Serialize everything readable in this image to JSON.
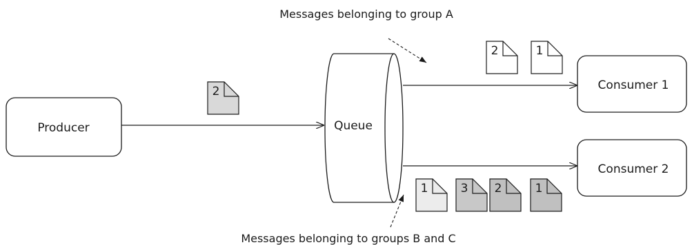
{
  "nodes": {
    "producer": "Producer",
    "queue": "Queue",
    "consumer1": "Consumer 1",
    "consumer2": "Consumer 2"
  },
  "annotations": {
    "group_a": "Messages belonging to group A",
    "groups_bc": "Messages belonging to groups B and C"
  },
  "messages": {
    "incoming": "2",
    "to_consumer1": [
      "2",
      "1"
    ],
    "to_consumer2": [
      "1",
      "3",
      "2",
      "1"
    ]
  },
  "colors": {
    "white": "#ffffff",
    "light_gray": "#e8e8e8",
    "mid_gray": "#c8c8c8",
    "dark_gray": "#bdbdbd",
    "stroke": "#1a1a1a"
  }
}
